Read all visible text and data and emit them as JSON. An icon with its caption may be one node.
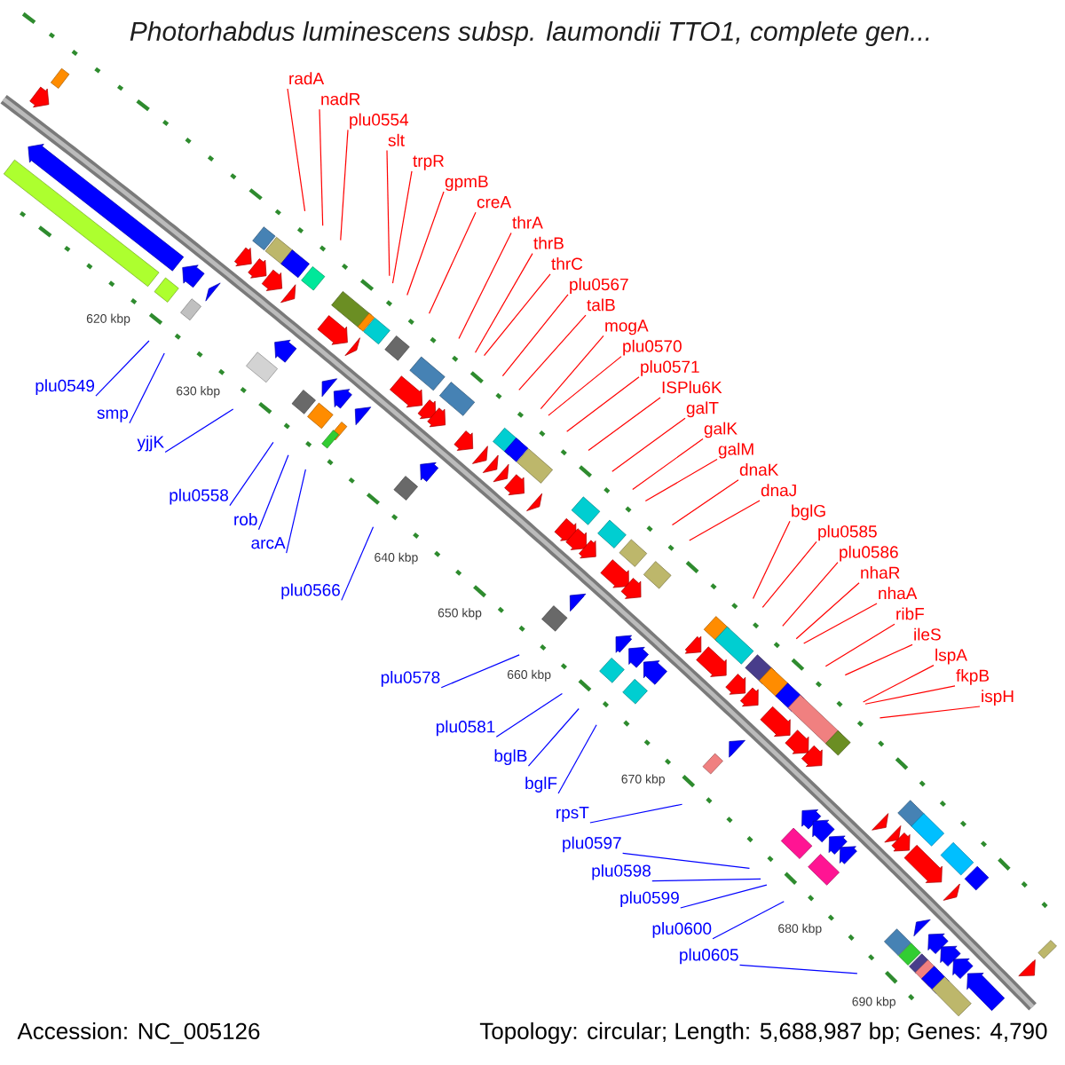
{
  "diagram": {
    "title": "Photorhabdus luminescens subsp. laumondii TTO1, complete gen...",
    "nodes": [
      {
        "text": [
          "radA"
        ]
      },
      {
        "text": [
          "nadR"
        ]
      },
      {
        "text": [
          "plu0554"
        ]
      },
      {
        "text": [
          "slt"
        ]
      },
      {
        "text": [
          "trpR"
        ]
      },
      {
        "text": [
          "gpmB"
        ]
      },
      {
        "text": [
          "creA"
        ]
      },
      {
        "text": [
          "thrA"
        ]
      },
      {
        "text": [
          "thrB"
        ]
      },
      {
        "text": [
          "thrC"
        ]
      },
      {
        "text": [
          "plu0567"
        ]
      },
      {
        "text": [
          "talB"
        ]
      },
      {
        "text": [
          "mogA"
        ]
      },
      {
        "text": [
          "plu0570"
        ]
      },
      {
        "text": [
          "plu0571"
        ]
      },
      {
        "text": [
          "ISPlu6K"
        ]
      },
      {
        "text": [
          "galT"
        ]
      },
      {
        "text": [
          "galK"
        ]
      },
      {
        "text": [
          "galM"
        ]
      },
      {
        "text": [
          "dnaK"
        ]
      },
      {
        "text": [
          "dnaJ"
        ]
      },
      {
        "text": [
          "bglG"
        ]
      },
      {
        "text": [
          "plu0585"
        ]
      },
      {
        "text": [
          "plu0586"
        ]
      },
      {
        "text": [
          "nhaR"
        ]
      },
      {
        "text": [
          "nhaA"
        ]
      },
      {
        "text": [
          "ribF"
        ]
      },
      {
        "text": [
          "ileS"
        ]
      },
      {
        "text": [
          "lspA"
        ]
      },
      {
        "text": [
          "fkpB"
        ]
      },
      {
        "text": [
          "ispH"
        ]
      },
      {
        "text": [
          "plu0549"
        ]
      },
      {
        "text": [
          "smp"
        ]
      },
      {
        "text": [
          "yjjK"
        ]
      },
      {
        "text": [
          "plu0558"
        ]
      },
      {
        "text": [
          "rob"
        ]
      },
      {
        "text": [
          "arcA"
        ]
      },
      {
        "text": [
          "plu0566"
        ]
      },
      {
        "text": [
          "plu0578"
        ]
      },
      {
        "text": [
          "plu0581"
        ]
      },
      {
        "text": [
          "bglB"
        ]
      },
      {
        "text": [
          "bglF"
        ]
      },
      {
        "text": [
          "rpsT"
        ]
      },
      {
        "text": [
          "plu0597"
        ]
      },
      {
        "text": [
          "plu0598"
        ]
      },
      {
        "text": [
          "plu0599"
        ]
      },
      {
        "text": [
          "plu0600"
        ]
      },
      {
        "text": [
          "plu0605"
        ]
      }
    ],
    "edges": [
      {
        "from": 0,
        "to": null,
        "arrow": "none"
      },
      {
        "from": 1,
        "to": null,
        "arrow": "none"
      },
      {
        "from": 2,
        "to": null,
        "arrow": "none"
      },
      {
        "from": 3,
        "to": null,
        "arrow": "none"
      },
      {
        "from": 4,
        "to": null,
        "arrow": "none"
      },
      {
        "from": 5,
        "to": null,
        "arrow": "none"
      },
      {
        "from": 6,
        "to": null,
        "arrow": "none"
      },
      {
        "from": 7,
        "to": null,
        "arrow": "none"
      },
      {
        "from": 8,
        "to": null,
        "arrow": "none"
      },
      {
        "from": 9,
        "to": null,
        "arrow": "none"
      },
      {
        "from": 10,
        "to": null,
        "arrow": "none"
      },
      {
        "from": 11,
        "to": null,
        "arrow": "none"
      },
      {
        "from": 12,
        "to": null,
        "arrow": "none"
      },
      {
        "from": 13,
        "to": null,
        "arrow": "none"
      },
      {
        "from": 14,
        "to": null,
        "arrow": "none"
      },
      {
        "from": 15,
        "to": null,
        "arrow": "none"
      },
      {
        "from": 16,
        "to": null,
        "arrow": "none"
      },
      {
        "from": 17,
        "to": null,
        "arrow": "none"
      },
      {
        "from": 18,
        "to": null,
        "arrow": "none"
      },
      {
        "from": 19,
        "to": null,
        "arrow": "none"
      },
      {
        "from": 20,
        "to": null,
        "arrow": "none"
      },
      {
        "from": 21,
        "to": null,
        "arrow": "none"
      },
      {
        "from": 22,
        "to": null,
        "arrow": "none"
      },
      {
        "from": 23,
        "to": null,
        "arrow": "none"
      },
      {
        "from": 24,
        "to": null,
        "arrow": "none"
      },
      {
        "from": 25,
        "to": null,
        "arrow": "none"
      },
      {
        "from": 26,
        "to": null,
        "arrow": "none"
      },
      {
        "from": 27,
        "to": null,
        "arrow": "none"
      },
      {
        "from": 28,
        "to": null,
        "arrow": "none"
      },
      {
        "from": 29,
        "to": null,
        "arrow": "none"
      },
      {
        "from": 30,
        "to": null,
        "arrow": "none"
      },
      {
        "from": 31,
        "to": null,
        "arrow": "none",
        "color": "#0000ff"
      },
      {
        "from": 32,
        "to": null,
        "arrow": "none",
        "color": "#0000ff"
      },
      {
        "from": 33,
        "to": null,
        "arrow": "none",
        "color": "#0000ff"
      },
      {
        "from": 34,
        "to": null,
        "arrow": "none",
        "color": "#0000ff"
      },
      {
        "from": 35,
        "to": null,
        "arrow": "none",
        "color": "#0000ff"
      },
      {
        "from": 36,
        "to": null,
        "arrow": "none",
        "color": "#0000ff"
      },
      {
        "from": 37,
        "to": null,
        "arrow": "none",
        "color": "#0000ff"
      },
      {
        "from": 38,
        "to": null,
        "arrow": "none",
        "color": "#0000ff"
      },
      {
        "from": 39,
        "to": null,
        "arrow": "none",
        "color": "#0000ff"
      },
      {
        "from": 40,
        "to": null,
        "arrow": "none",
        "color": "#0000ff"
      },
      {
        "from": 41,
        "to": null,
        "arrow": "none",
        "color": "#0000ff"
      },
      {
        "from": 42,
        "to": null,
        "arrow": "none",
        "color": "#0000ff"
      },
      {
        "from": 43,
        "to": null,
        "arrow": "none",
        "color": "#0000ff"
      },
      {
        "from": 44,
        "to": null,
        "arrow": "none",
        "color": "#0000ff"
      },
      {
        "from": 45,
        "to": null,
        "arrow": "none",
        "color": "#0000ff"
      },
      {
        "from": 46,
        "to": null,
        "arrow": "none",
        "color": "#0000ff"
      },
      {
        "from": 47,
        "to": null,
        "arrow": "none",
        "color": "#0000ff"
      }
    ],
    "labels": [
      "620 kbp",
      "630 kbp",
      "640 kbp",
      "650 kbp",
      "660 kbp",
      "670 kbp",
      "680 kbp",
      "690 kbp",
      "Accession: NC_005126",
      "Topology: circular; Length: 5,688,987 bp; Genes: 4,790"
    ]
  }
}
